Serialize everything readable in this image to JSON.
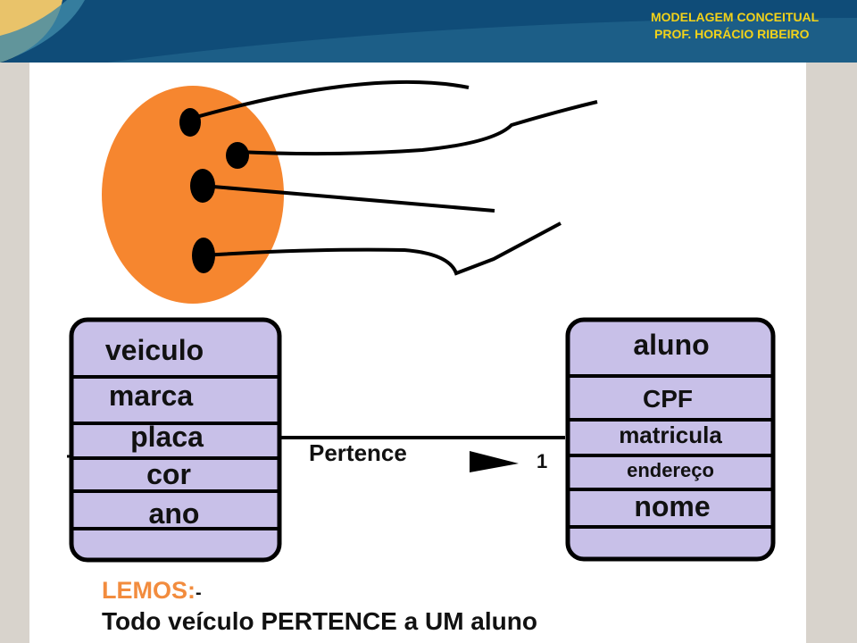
{
  "header": {
    "title": "MODELAGEM CONCEITUAL",
    "subtitle": "PROF. HORÁCIO RIBEIRO"
  },
  "diagram": {
    "entity_left": {
      "name": "veiculo",
      "attributes": [
        "marca",
        "placa",
        "cor",
        "ano"
      ]
    },
    "entity_right": {
      "name": "aluno",
      "attributes": [
        "CPF",
        "matricula",
        "endereço",
        "nome"
      ]
    },
    "relationship": {
      "label": "Pertence",
      "cardinality": "1"
    }
  },
  "caption": {
    "heading": "LEMOS:",
    "heading_suffix": "-",
    "text": "Todo veículo PERTENCE a UM aluno"
  },
  "colors": {
    "header_blue": "#0f4c78",
    "header_text": "#f2d21a",
    "entity_fill": "#c8c0e8",
    "orange_shape": "#f6862f",
    "caption_heading": "#f28c3e"
  }
}
